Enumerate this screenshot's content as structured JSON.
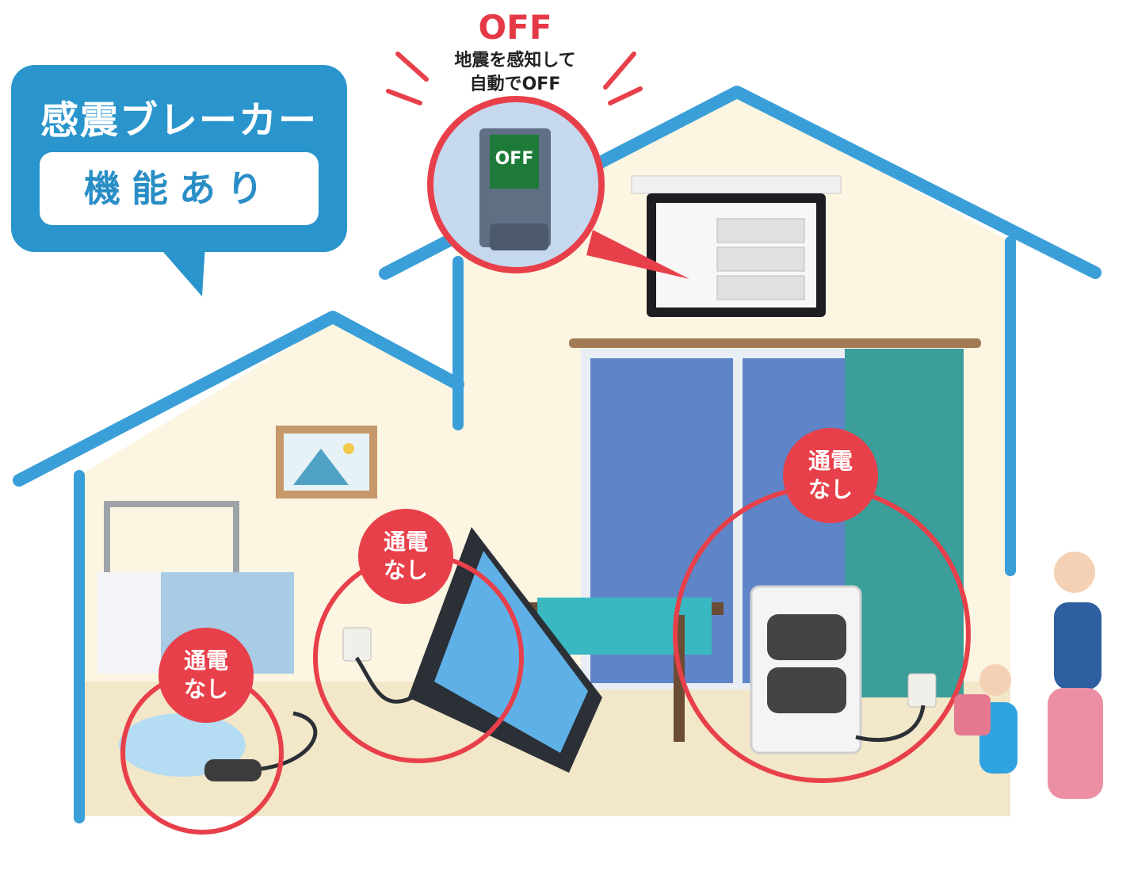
{
  "bubble": {
    "title": "感震ブレーカー",
    "subtitle": "機能あり"
  },
  "breaker": {
    "status": "OFF",
    "switch_label": "OFF",
    "description_line1": "地震を感知して",
    "description_line2": "自動でOFF"
  },
  "badges": [
    {
      "line1": "通電",
      "line2": "なし"
    },
    {
      "line1": "通電",
      "line2": "なし"
    },
    {
      "line1": "通電",
      "line2": "なし"
    }
  ],
  "colors": {
    "accent_blue": "#2a95cc",
    "alert_red": "#e8404a",
    "house_fill": "#fbf5e2",
    "roof": "#3a9fd8"
  },
  "icons": [
    "breaker-switch-icon",
    "aquarium-icon",
    "tv-icon",
    "heater-icon",
    "outlet-icon",
    "family-icon"
  ]
}
